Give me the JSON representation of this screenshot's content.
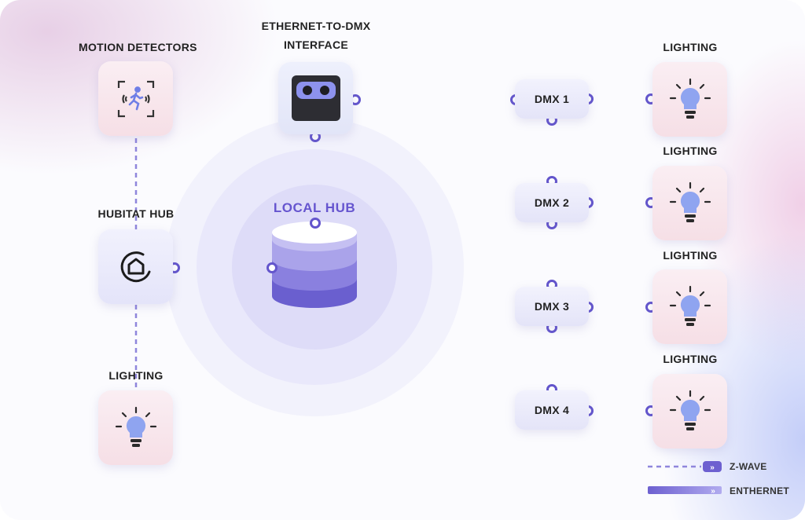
{
  "labels": {
    "motion_detectors": "MOTION DETECTORS",
    "interface_line1": "ETHERNET-TO-DMX",
    "interface_line2": "INTERFACE",
    "hubitat_hub": "HUBITAT HUB",
    "local_hub": "LOCAL HUB",
    "lighting_left": "LIGHTING",
    "lighting_1": "LIGHTING",
    "lighting_2": "LIGHTING",
    "lighting_3": "LIGHTING",
    "lighting_4": "LIGHTING"
  },
  "dmx_nodes": [
    "DMX 1",
    "DMX 2",
    "DMX 3",
    "DMX 4"
  ],
  "legend": {
    "zwave": "Z-WAVE",
    "ethernet": "ENTHERNET"
  },
  "icons": {
    "motion": "motion-detector-icon",
    "interface": "dmx-interface-icon",
    "hubitat": "hubitat-home-icon",
    "local_hub": "database-icon",
    "lighting": "lightbulb-icon"
  },
  "colors": {
    "accent": "#6655cf",
    "ethernet_line": "#7b6fd6",
    "zwave_line": "#8f86dc"
  }
}
